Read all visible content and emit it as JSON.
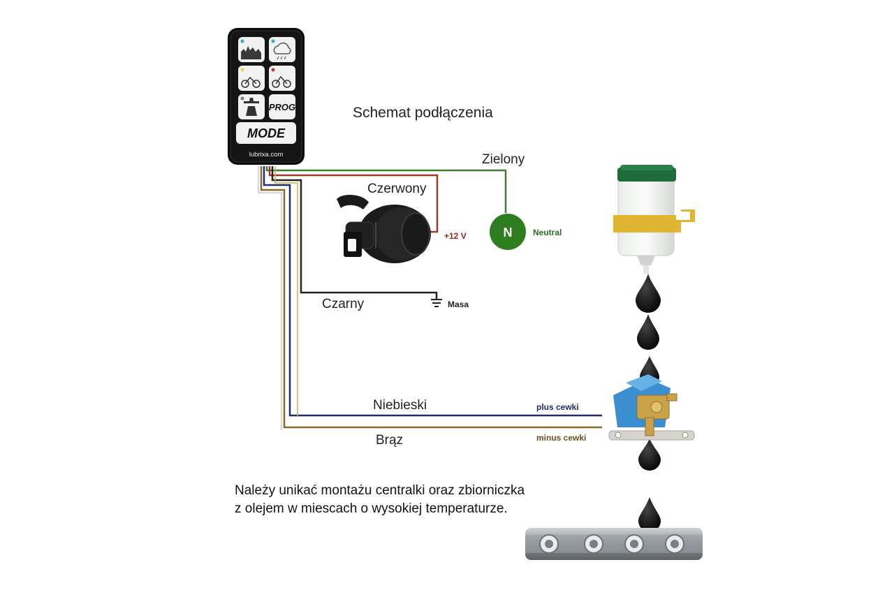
{
  "title": "Schemat podłączenia",
  "controller": {
    "brand": "lubrixa.com",
    "mode_label": "MODE",
    "prog_label": "PROG"
  },
  "wires": {
    "green": "Zielony",
    "red": "Czerwony",
    "black": "Czarny",
    "blue": "Niebieski",
    "brown": "Brąz"
  },
  "terminals": {
    "plus12v": "+12 V",
    "neutral_symbol": "N",
    "neutral": "Neutral",
    "ground": "Masa",
    "coil_plus": "plus cewki",
    "coil_minus": "minus cewki"
  },
  "note": "Należy unikać montażu centralki oraz zbiorniczka z olejem w miescach o wysokiej temperaturze.",
  "colors": {
    "green_wire": "#3f7f2b",
    "red_wire": "#9a3a2a",
    "black_wire": "#222222",
    "blue_wire": "#1e2d6e",
    "brown_wire": "#8a6a2a",
    "neutral_circle": "#2e7d1f",
    "tank_cap": "#1f6b3a",
    "tank_band": "#e0b531",
    "valve_coil": "#3b8fd0"
  }
}
